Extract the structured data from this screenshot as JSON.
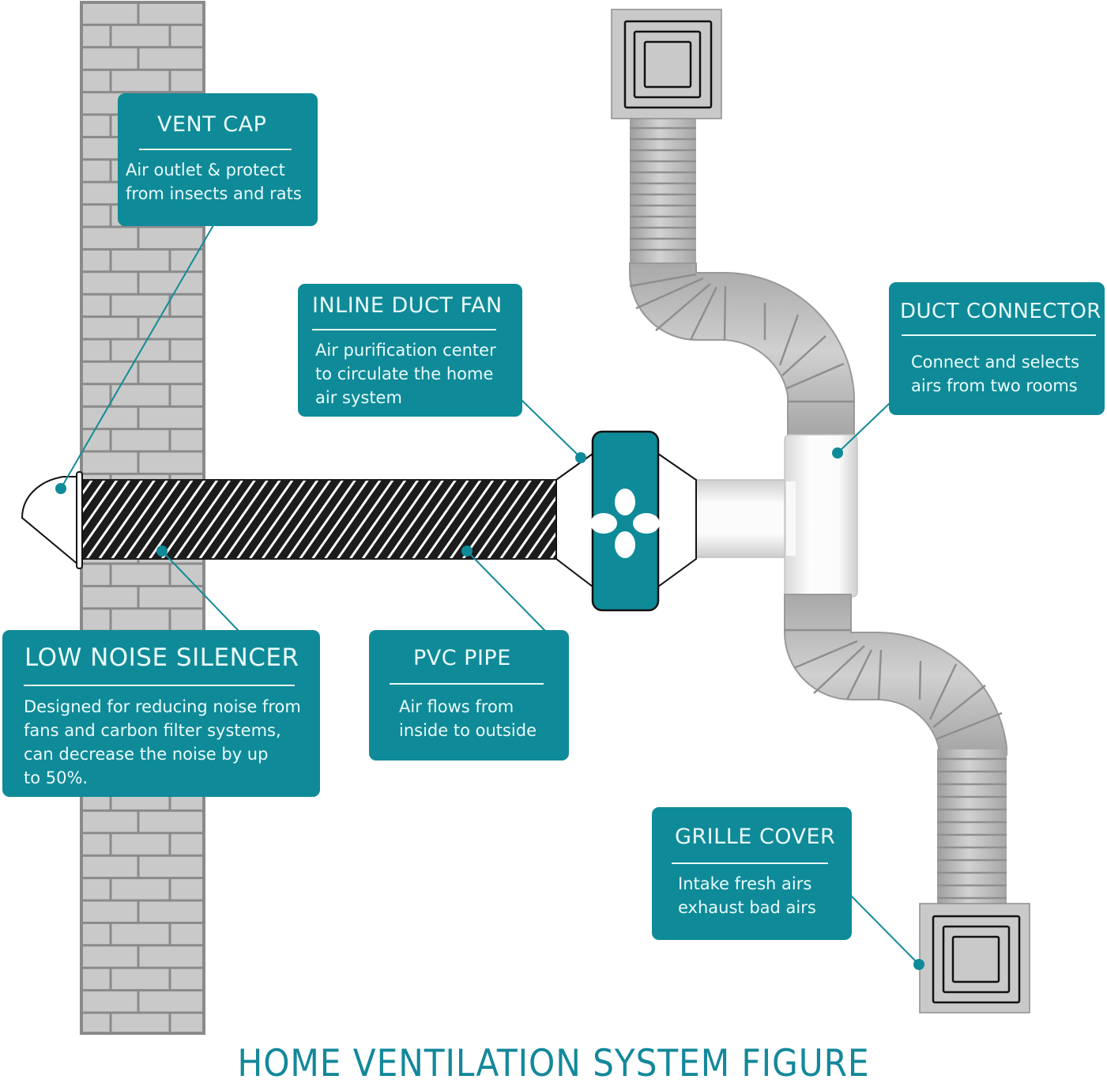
{
  "figure_title": "HOME VENTILATION SYSTEM FIGURE",
  "colors": {
    "accent": "#0f8a98",
    "card_text": "#eafbfb",
    "brick_fill": "#c9c9c9",
    "brick_mortar": "#8a8a8a",
    "duct_gray": "#bdbdbd",
    "silencer": "#1c1c1c"
  },
  "components": {
    "vent_cap": {
      "title": "VENT CAP",
      "description": "Air outlet  & protect\nfrom insects and rats"
    },
    "inline_duct_fan": {
      "title": "INLINE DUCT FAN",
      "description": "Air purification center\nto circulate the home\nair system"
    },
    "duct_connector": {
      "title": "DUCT CONNECTOR",
      "description": "Connect and selects\nairs from two rooms"
    },
    "low_noise_silencer": {
      "title": "LOW NOISE SILENCER",
      "description": "Designed for reducing noise from\nfans and carbon filter systems,\ncan decrease the noise by up\nto 50%."
    },
    "pvc_pipe": {
      "title": "PVC PIPE",
      "description": "Air flows from\ninside to outside"
    },
    "grille_cover": {
      "title": "GRILLE COVER",
      "description": "Intake fresh airs\nexhaust bad airs"
    }
  },
  "icons": {
    "fan": "fan-icon",
    "wall": "brick-wall",
    "grille": "grille-cover-icon",
    "vent_cap": "vent-cap-icon"
  }
}
